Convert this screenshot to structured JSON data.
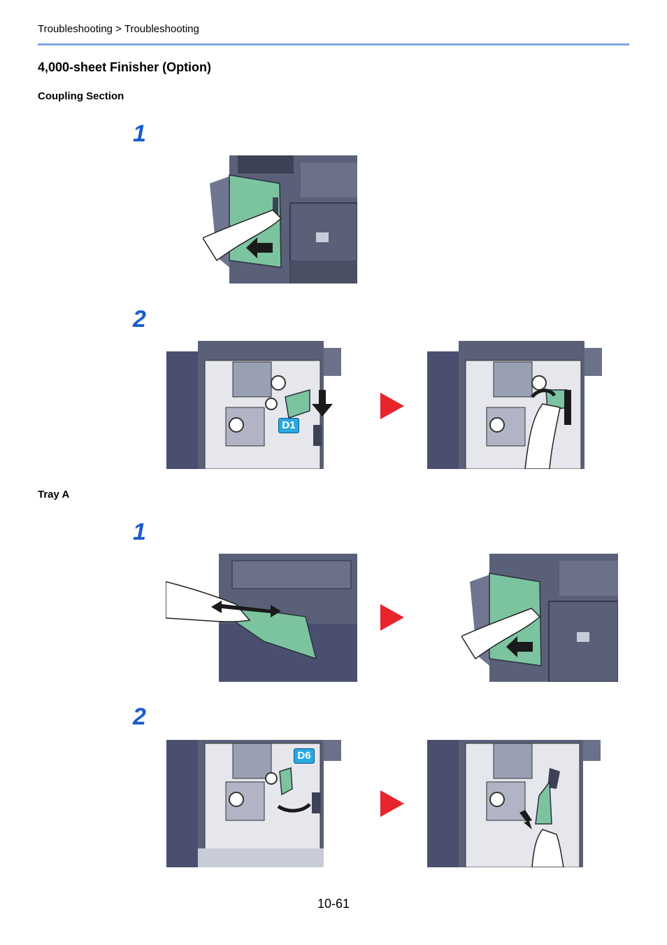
{
  "header": {
    "breadcrumb": "Troubleshooting > Troubleshooting"
  },
  "title": "4,000-sheet Finisher (Option)",
  "sections": [
    {
      "heading": "Coupling Section",
      "steps": [
        {
          "number": "1"
        },
        {
          "number": "2",
          "labels": [
            "D1"
          ]
        }
      ]
    },
    {
      "heading": "Tray A",
      "steps": [
        {
          "number": "1"
        },
        {
          "number": "2",
          "labels": [
            "D6"
          ]
        }
      ]
    }
  ],
  "footer": {
    "page_number": "10-61"
  },
  "colors": {
    "machine_body": "#5a6078",
    "machine_dark": "#3c4155",
    "machine_light": "#9aa0b4",
    "green_part": "#7cc4a0",
    "step_blue": "#1a5ecf",
    "arrow_red": "#e8242c",
    "label_blue": "#2aa8e0",
    "rule_blue": "#7fa6e8"
  }
}
